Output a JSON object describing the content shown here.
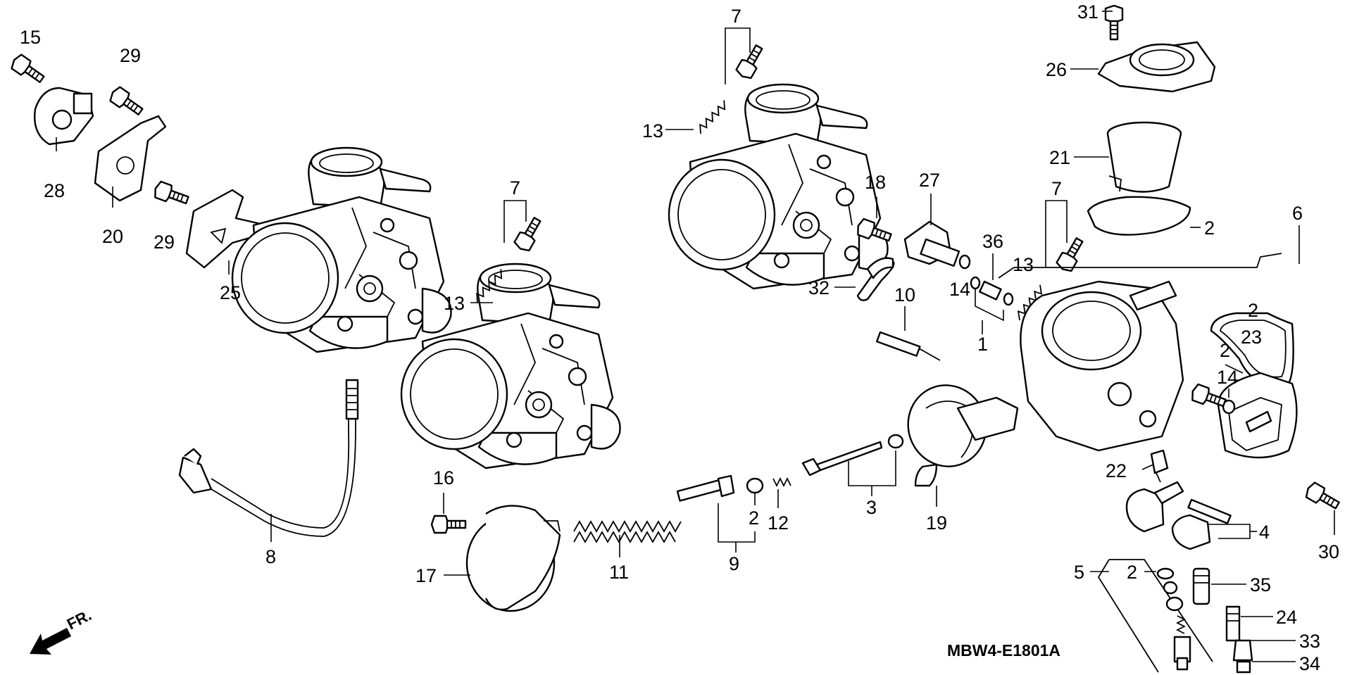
{
  "diagram": {
    "code": "MBW4-E1801A",
    "direction_label": "FR.",
    "callouts": [
      {
        "id": "c15",
        "text": "15"
      },
      {
        "id": "c29a",
        "text": "29"
      },
      {
        "id": "c28",
        "text": "28"
      },
      {
        "id": "c20",
        "text": "20"
      },
      {
        "id": "c29b",
        "text": "29"
      },
      {
        "id": "c25",
        "text": "25"
      },
      {
        "id": "c7a",
        "text": "7"
      },
      {
        "id": "c13a",
        "text": "13"
      },
      {
        "id": "c7b",
        "text": "7"
      },
      {
        "id": "c13b",
        "text": "13"
      },
      {
        "id": "c18",
        "text": "18"
      },
      {
        "id": "c27",
        "text": "27"
      },
      {
        "id": "c32",
        "text": "32"
      },
      {
        "id": "c36",
        "text": "36"
      },
      {
        "id": "c14a",
        "text": "14"
      },
      {
        "id": "c1",
        "text": "1"
      },
      {
        "id": "c13c",
        "text": "13"
      },
      {
        "id": "c7c",
        "text": "7"
      },
      {
        "id": "c10",
        "text": "10"
      },
      {
        "id": "c31",
        "text": "31"
      },
      {
        "id": "c26",
        "text": "26"
      },
      {
        "id": "c21",
        "text": "21"
      },
      {
        "id": "c2a",
        "text": "2"
      },
      {
        "id": "c6",
        "text": "6"
      },
      {
        "id": "c2b",
        "text": "2"
      },
      {
        "id": "c23",
        "text": "23"
      },
      {
        "id": "c2c",
        "text": "2"
      },
      {
        "id": "c14b",
        "text": "14"
      },
      {
        "id": "c22",
        "text": "22"
      },
      {
        "id": "c4",
        "text": "4"
      },
      {
        "id": "c30",
        "text": "30"
      },
      {
        "id": "c5",
        "text": "5"
      },
      {
        "id": "c2d",
        "text": "2"
      },
      {
        "id": "c35",
        "text": "35"
      },
      {
        "id": "c24",
        "text": "24"
      },
      {
        "id": "c33",
        "text": "33"
      },
      {
        "id": "c34",
        "text": "34"
      },
      {
        "id": "c3",
        "text": "3"
      },
      {
        "id": "c19",
        "text": "19"
      },
      {
        "id": "c2e",
        "text": "2"
      },
      {
        "id": "c12",
        "text": "12"
      },
      {
        "id": "c9",
        "text": "9"
      },
      {
        "id": "c11",
        "text": "11"
      },
      {
        "id": "c16",
        "text": "16"
      },
      {
        "id": "c17",
        "text": "17"
      },
      {
        "id": "c8",
        "text": "8"
      }
    ]
  }
}
